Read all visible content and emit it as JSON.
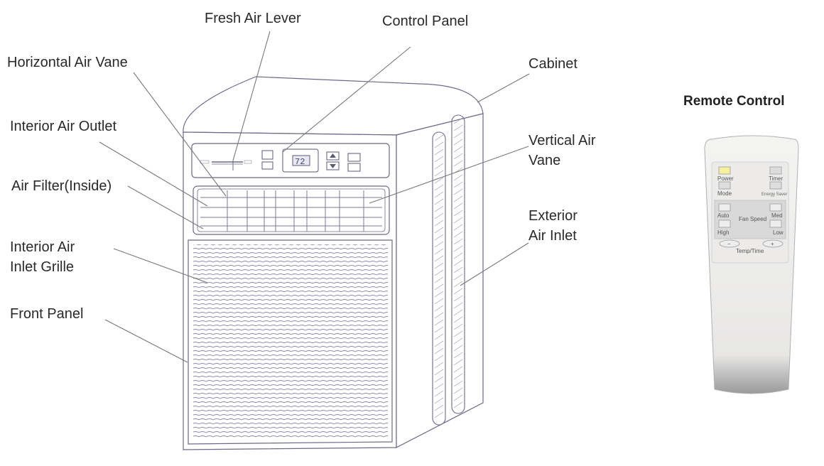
{
  "labels": {
    "fresh_air_lever": "Fresh Air Lever",
    "control_panel": "Control Panel",
    "horizontal_air_vane": "Horizontal Air Vane",
    "cabinet": "Cabinet",
    "interior_air_outlet": "Interior Air Outlet",
    "vertical_air_vane_1": "Vertical Air",
    "vertical_air_vane_2": "Vane",
    "air_filter": "Air Filter(Inside)",
    "exterior_air_inlet_1": "Exterior",
    "exterior_air_inlet_2": "Air Inlet",
    "interior_air_inlet_1": "Interior Air",
    "interior_air_inlet_2": "Inlet Grille",
    "front_panel": "Front Panel"
  },
  "remote": {
    "title": "Remote Control",
    "btn_power": "Power",
    "btn_timer": "Timer",
    "btn_mode": "Mode",
    "btn_energy_saver": "Energy Saver",
    "btn_auto": "Auto",
    "btn_med": "Med",
    "btn_high": "High",
    "btn_low": "Low",
    "fan_speed": "Fan Speed",
    "temp_time": "Temp/Time",
    "minus": "−",
    "plus": "+"
  },
  "display": {
    "digits": "72"
  },
  "colors": {
    "outline": "#6a6a8a",
    "leader": "#777777",
    "text": "#2a2a2a",
    "power_button": "#f4f0a0",
    "remote_body": "#ecebea"
  }
}
